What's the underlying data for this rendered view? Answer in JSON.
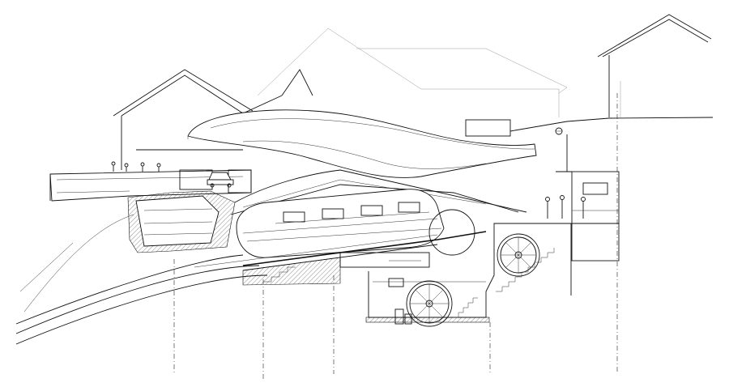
{
  "drawing": {
    "type": "architectural-section",
    "colors": {
      "line": "#111111",
      "background": "#ffffff",
      "secondary": "#9a9a9a"
    },
    "elements": [
      "house-left",
      "house-center-ghost",
      "house-right",
      "wave-roof-canopy",
      "cantilever-deck",
      "car",
      "funicular-cabin",
      "bullwheel-upper",
      "bullwheel-lower",
      "machine-room",
      "stair",
      "track-ramp",
      "ground-slope",
      "axis-lines",
      "people-figures"
    ],
    "axis_line_count": 5,
    "bullwheel_count": 2
  }
}
